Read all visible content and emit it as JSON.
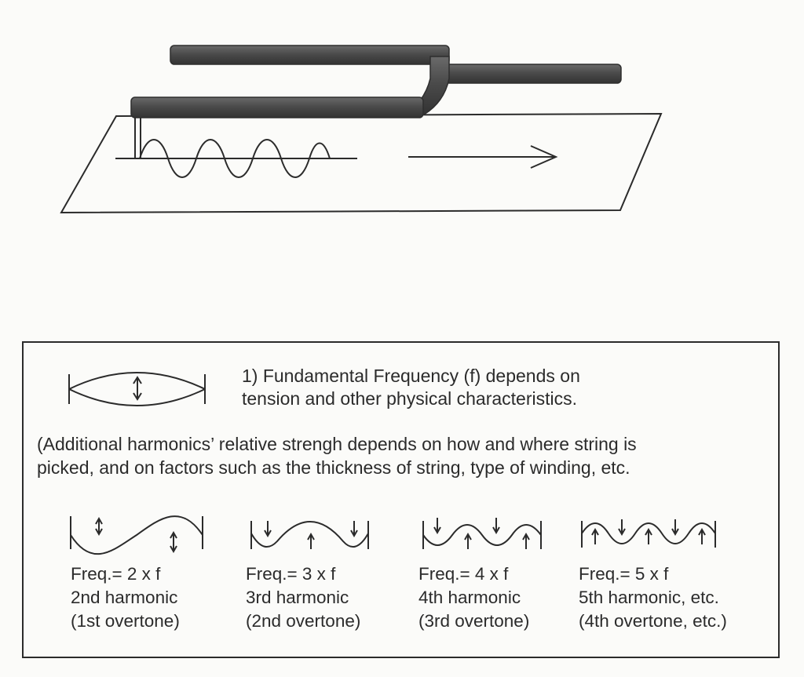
{
  "fundamental": {
    "line1": "1) Fundamental Frequency (f) depends on",
    "line2": "tension and other physical characteristics."
  },
  "additional": {
    "line1": "(Additional harmonics’ relative strengh depends on how and where string is",
    "line2": "picked, and on factors such as the thickness of string, type of winding, etc."
  },
  "harmonics": [
    {
      "freq": "Freq.= 2 x f",
      "name": "2nd harmonic",
      "overtone": "(1st overtone)"
    },
    {
      "freq": "Freq.= 3 x f",
      "name": "3rd harmonic",
      "overtone": "(2nd overtone)"
    },
    {
      "freq": "Freq.= 4 x f",
      "name": "4th harmonic",
      "overtone": "(3rd overtone)"
    },
    {
      "freq": "Freq.= 5 x f",
      "name": "5th harmonic, etc.",
      "overtone": "(4th overtone,  etc.)"
    }
  ],
  "colors": {
    "ink": "#2b2b2b",
    "fork": "#4a4a4a",
    "paper": "#fbfbf9"
  }
}
